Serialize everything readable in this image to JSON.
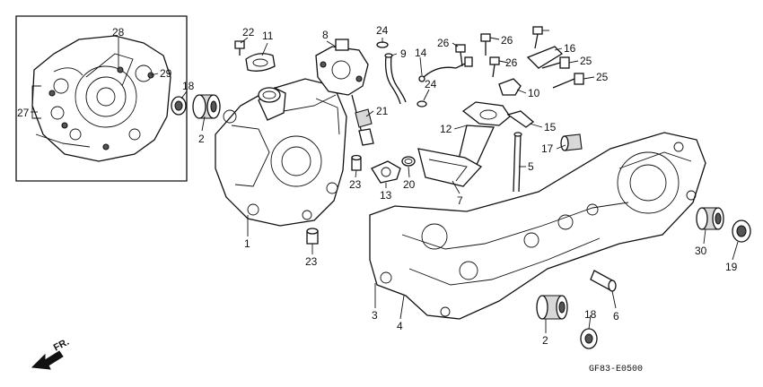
{
  "diagram": {
    "callouts": [
      "28",
      "29",
      "18",
      "27",
      "2",
      "22",
      "11",
      "8",
      "24",
      "9",
      "14",
      "24",
      "26",
      "26",
      "16",
      "26",
      "25",
      "25",
      "10",
      "21",
      "12",
      "15",
      "17",
      "5",
      "1",
      "23",
      "13",
      "20",
      "7",
      "23",
      "3",
      "4",
      "2",
      "18",
      "6",
      "30",
      "19"
    ],
    "drawing_code": "GF83-E0500",
    "direction_label": "FR."
  }
}
